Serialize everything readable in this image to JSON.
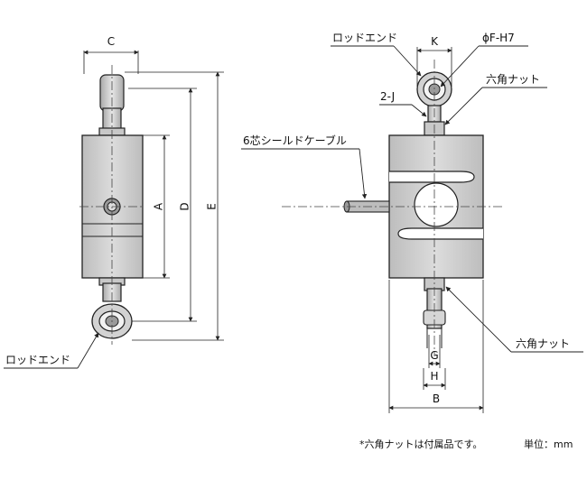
{
  "side_view": {
    "labels": {
      "C": "C",
      "A": "A",
      "D": "D",
      "E": "E",
      "rod_end": "ロッドエンド"
    }
  },
  "front_view": {
    "labels": {
      "rod_end": "ロッドエンド",
      "K": "K",
      "fit": "ϕF-H7",
      "hex_nut_top": "六角ナット",
      "bolt": "2-J",
      "cable": "6芯シールドケーブル",
      "hex_nut_bottom": "六角ナット",
      "G": "G",
      "H": "H",
      "B": "B"
    }
  },
  "footer": {
    "note": "*六角ナットは付属品です。",
    "unit": "単位：mm"
  },
  "colors": {
    "body_fill": "#cfcfcf",
    "slot_fill": "#ffffff",
    "line": "#222222",
    "centerline": "#444444"
  }
}
